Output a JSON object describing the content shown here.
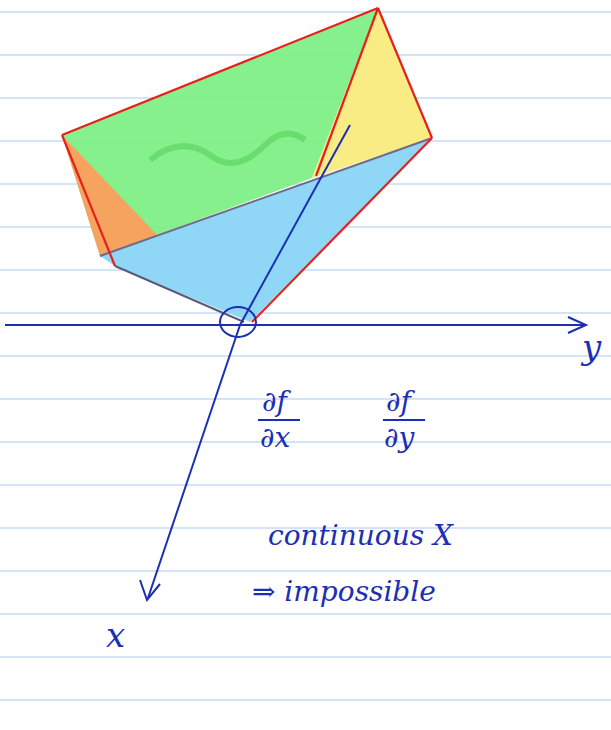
{
  "diagram": {
    "labels": [
      "y",
      "∂f",
      "∂x",
      "∂f",
      "∂y",
      "x",
      "continuous X",
      "⇒ impossible"
    ]
  }
}
